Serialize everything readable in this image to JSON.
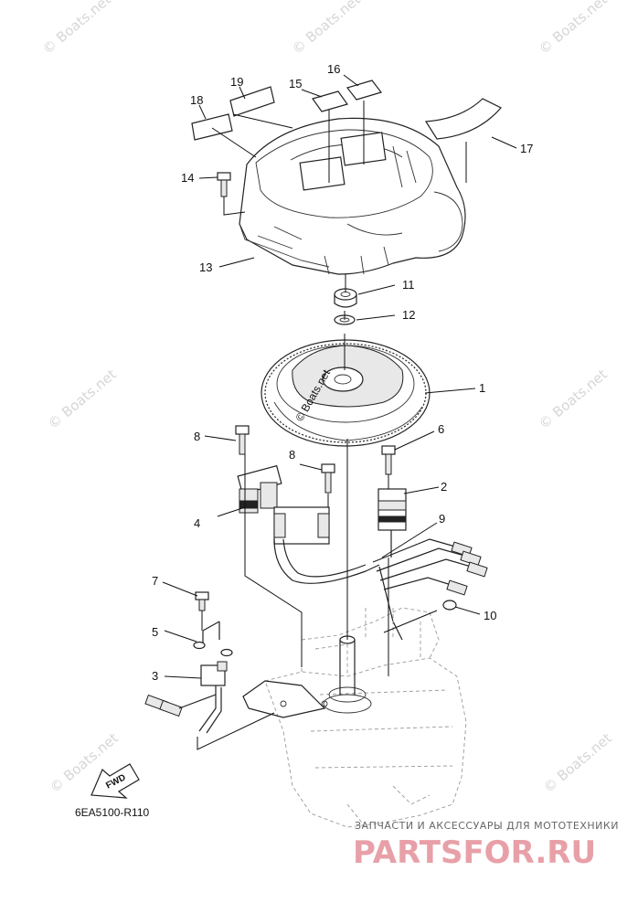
{
  "callouts": {
    "n1": "1",
    "n2": "2",
    "n3": "3",
    "n4": "4",
    "n5": "5",
    "n6": "6",
    "n7": "7",
    "n8a": "8",
    "n8b": "8",
    "n9": "9",
    "n10": "10",
    "n11": "11",
    "n12": "12",
    "n13": "13",
    "n14": "14",
    "n15": "15",
    "n16": "16",
    "n17": "17",
    "n18": "18",
    "n19": "19"
  },
  "diagram_code": "6EA5100-R110",
  "fwd_label": "FWD",
  "watermarks": {
    "text": "© Boats.net"
  },
  "flywheel_stamp": "© Boats.net",
  "footer": {
    "shop_tagline": "ЗАПЧАСТИ И АКСЕССУАРЫ ДЛЯ МОТОТЕХНИКИ",
    "shop_brand": "PARTSFOR.RU"
  }
}
